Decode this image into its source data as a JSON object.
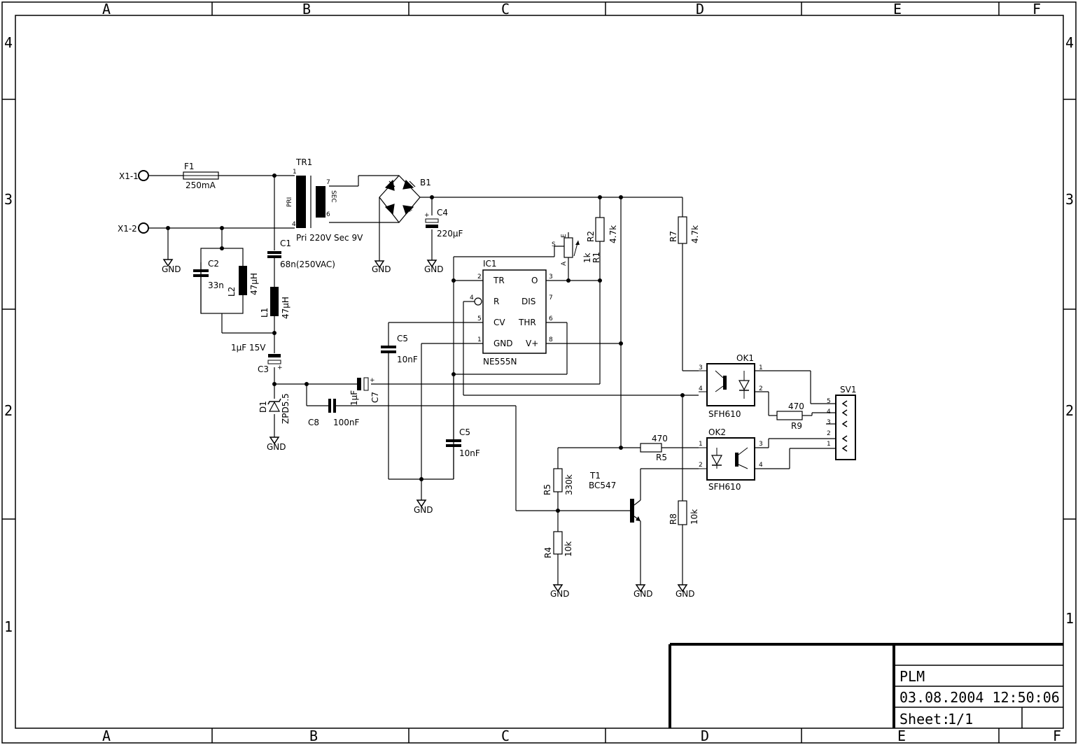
{
  "frame": {
    "columns": [
      "A",
      "B",
      "C",
      "D",
      "E",
      "F"
    ],
    "rows": [
      "4",
      "3",
      "2",
      "1"
    ]
  },
  "title_block": {
    "title": "PLM",
    "datetime": "03.08.2004 12:50:06",
    "sheet_label": "Sheet:",
    "sheet_value": "1/1"
  },
  "schematic": {
    "connectors": {
      "x1_1": "X1-1",
      "x1_2": "X1-2",
      "sv1": "SV1",
      "sv1_pins": [
        "5",
        "4",
        "3",
        "2",
        "1"
      ]
    },
    "fuse": {
      "ref": "F1",
      "value": "250mA"
    },
    "transformer": {
      "ref": "TR1",
      "pri": "PRI",
      "sec": "SEC",
      "pins": [
        "1",
        "4",
        "7",
        "6"
      ],
      "note": "Pri 220V  Sec 9V"
    },
    "bridge": {
      "ref": "B1"
    },
    "capacitors": {
      "c1": {
        "ref": "C1",
        "value": "68n(250VAC)"
      },
      "c2": {
        "ref": "C2",
        "value": "33n"
      },
      "c3": {
        "ref": "C3",
        "value": "1µF 15V"
      },
      "c4": {
        "ref": "C4",
        "value": "220µF"
      },
      "c5a": {
        "ref": "C5",
        "value": "10nF"
      },
      "c5b": {
        "ref": "C5",
        "value": "10nF"
      },
      "c7": {
        "ref": "C7",
        "value": "1µF"
      },
      "c8": {
        "ref": "C8",
        "value": "100nF"
      }
    },
    "inductors": {
      "l1": {
        "ref": "L1",
        "value": "47µH"
      },
      "l2": {
        "ref": "L2",
        "value": "47µH"
      }
    },
    "diode": {
      "ref": "D1",
      "value": "ZPD5.5"
    },
    "resistors": {
      "r1": {
        "ref": "R1",
        "value": "1k",
        "pins": [
          "S",
          "E",
          "A"
        ]
      },
      "r2": {
        "ref": "R2",
        "value": "4.7k"
      },
      "r7": {
        "ref": "R7",
        "value": "4.7k"
      },
      "r5a": {
        "ref": "R5",
        "value": "470"
      },
      "r5b": {
        "ref": "R5",
        "value": "330k"
      },
      "r4": {
        "ref": "R4",
        "value": "10k"
      },
      "r8": {
        "ref": "R8",
        "value": "10k"
      },
      "r9": {
        "ref": "R9",
        "value": "470"
      }
    },
    "ic": {
      "ref": "IC1",
      "value": "NE555N",
      "left_pins": [
        {
          "n": "2",
          "name": "TR"
        },
        {
          "n": "4",
          "name": "R"
        },
        {
          "n": "5",
          "name": "CV"
        },
        {
          "n": "1",
          "name": "GND"
        }
      ],
      "right_pins": [
        {
          "n": "3",
          "name": "O"
        },
        {
          "n": "7",
          "name": "DIS"
        },
        {
          "n": "6",
          "name": "THR"
        },
        {
          "n": "8",
          "name": "V+"
        }
      ]
    },
    "transistor": {
      "ref": "T1",
      "value": "BC547"
    },
    "optocouplers": {
      "ok1": {
        "ref": "OK1",
        "value": "SFH610",
        "pins": [
          "3",
          "4",
          "1",
          "2"
        ]
      },
      "ok2": {
        "ref": "OK2",
        "value": "SFH610",
        "pins": [
          "1",
          "2",
          "3",
          "4"
        ]
      }
    },
    "gnd_label": "GND"
  }
}
